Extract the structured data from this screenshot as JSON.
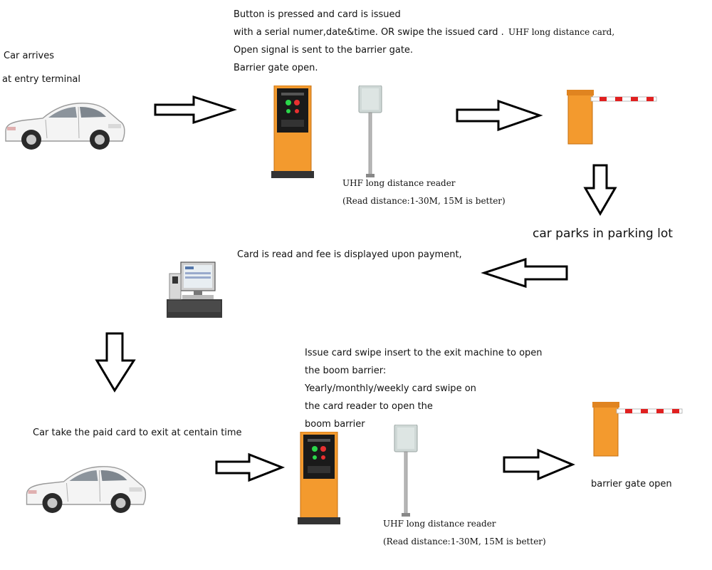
{
  "entry": {
    "car_arrives": "Car arrives",
    "at_entry_terminal": "at entry terminal"
  },
  "issue_steps": [
    "Button is pressed and card is issued",
    "with a serial numer,date&time. OR swipe the issued card .",
    "Open signal is sent to the barrier gate.",
    "Barrier gate open."
  ],
  "uhf_card_note": "UHF long distance card,",
  "reader_top": {
    "name": "UHF long distance reader",
    "distance": "(Read distance:1-30M, 15M is better)"
  },
  "parks": "car parks in parking lot",
  "payment": "Card is read and fee is displayed upon payment,",
  "exit_instructions": [
    "Issue card swipe insert to the exit machine to open",
    "the boom barrier:",
    "Yearly/monthly/weekly card swipe on",
    "the card reader to open the",
    "boom barrier"
  ],
  "exit_car": "Car take the paid card to exit at centain time",
  "reader_bottom": {
    "name": "UHF long distance reader",
    "distance": "(Read distance:1-30M, 15M is better)"
  },
  "exit_gate": "barrier gate open",
  "colors": {
    "terminal_orange": "#f39a2e",
    "terminal_dark": "#1a1a1a",
    "barrier_red": "#e02020",
    "car_white": "#f2f2f2",
    "arrow_stroke": "#000000"
  },
  "icons": [
    "car-icon",
    "entry-terminal-icon",
    "uhf-reader-icon",
    "barrier-gate-icon",
    "pc-station-icon",
    "arrow-right-icon",
    "arrow-left-icon",
    "arrow-down-icon"
  ]
}
